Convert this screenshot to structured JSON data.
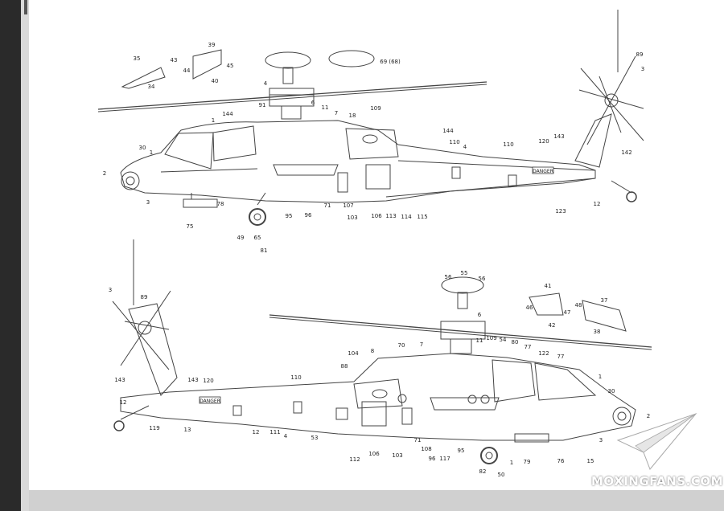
{
  "labels": {
    "top": [
      {
        "t": "35"
      },
      {
        "t": "43"
      },
      {
        "t": "44"
      },
      {
        "t": "34"
      },
      {
        "t": "39"
      },
      {
        "t": "45"
      },
      {
        "t": "40"
      },
      {
        "t": "69 (68)"
      },
      {
        "t": "4"
      },
      {
        "t": "1"
      },
      {
        "t": "6"
      },
      {
        "t": "11"
      },
      {
        "t": "7"
      },
      {
        "t": "18"
      },
      {
        "t": "109"
      },
      {
        "t": "144"
      },
      {
        "t": "91"
      },
      {
        "t": "30"
      },
      {
        "t": "1"
      },
      {
        "t": "2"
      },
      {
        "t": "3"
      },
      {
        "t": "78"
      },
      {
        "t": "75"
      },
      {
        "t": "49"
      },
      {
        "t": "65"
      },
      {
        "t": "81"
      },
      {
        "t": "95"
      },
      {
        "t": "96"
      },
      {
        "t": "71"
      },
      {
        "t": "107"
      },
      {
        "t": "103"
      },
      {
        "t": "106"
      },
      {
        "t": "113"
      },
      {
        "t": "114"
      },
      {
        "t": "115"
      },
      {
        "t": "144"
      },
      {
        "t": "110"
      },
      {
        "t": "4"
      },
      {
        "t": "110"
      },
      {
        "t": "120"
      },
      {
        "t": "143"
      },
      {
        "t": "89"
      },
      {
        "t": "3"
      },
      {
        "t": "142"
      },
      {
        "t": "12"
      },
      {
        "t": "123"
      }
    ],
    "bottom": [
      {
        "t": "3"
      },
      {
        "t": "89"
      },
      {
        "t": "143"
      },
      {
        "t": "12"
      },
      {
        "t": "119"
      },
      {
        "t": "143"
      },
      {
        "t": "120"
      },
      {
        "t": "13"
      },
      {
        "t": "110"
      },
      {
        "t": "12"
      },
      {
        "t": "111"
      },
      {
        "t": "4"
      },
      {
        "t": "53"
      },
      {
        "t": "112"
      },
      {
        "t": "106"
      },
      {
        "t": "103"
      },
      {
        "t": "71"
      },
      {
        "t": "108"
      },
      {
        "t": "96"
      },
      {
        "t": "117"
      },
      {
        "t": "95"
      },
      {
        "t": "82"
      },
      {
        "t": "50"
      },
      {
        "t": "1"
      },
      {
        "t": "79"
      },
      {
        "t": "76"
      },
      {
        "t": "15"
      },
      {
        "t": "3"
      },
      {
        "t": "2"
      },
      {
        "t": "30"
      },
      {
        "t": "1"
      },
      {
        "t": "77"
      },
      {
        "t": "122"
      },
      {
        "t": "77"
      },
      {
        "t": "80"
      },
      {
        "t": "54"
      },
      {
        "t": "109"
      },
      {
        "t": "11"
      },
      {
        "t": "7"
      },
      {
        "t": "70"
      },
      {
        "t": "104"
      },
      {
        "t": "8"
      },
      {
        "t": "88"
      },
      {
        "t": "56"
      },
      {
        "t": "55"
      },
      {
        "t": "56"
      },
      {
        "t": "6"
      },
      {
        "t": "41"
      },
      {
        "t": "46"
      },
      {
        "t": "42"
      },
      {
        "t": "47"
      },
      {
        "t": "48"
      },
      {
        "t": "37"
      },
      {
        "t": "38"
      }
    ]
  },
  "danger_top": "DANGER",
  "danger_bottom": "DANGER",
  "watermark": "MOXINGFANS.COM"
}
